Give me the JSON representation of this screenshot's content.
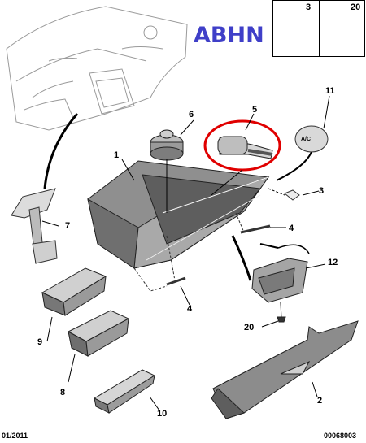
{
  "header": {
    "code": "ABHN"
  },
  "key_box": {
    "labels": [
      "3",
      "20"
    ]
  },
  "callouts": {
    "c1": "1",
    "c2": "2",
    "c3": "3",
    "c4a": "4",
    "c4b": "4",
    "c5": "5",
    "c6": "6",
    "c7": "7",
    "c8": "8",
    "c9": "9",
    "c10": "10",
    "c11": "11",
    "c12": "12",
    "c20": "20"
  },
  "switch_label": "A/C",
  "footer": {
    "date": "01/2011",
    "ref": "00068003"
  },
  "colors": {
    "code": "#3f3fc8",
    "highlight": "#e00000",
    "line": "#000000"
  }
}
